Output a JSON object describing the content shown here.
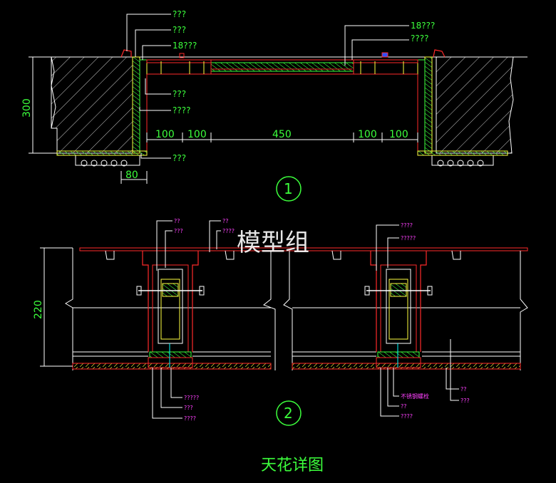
{
  "colors": {
    "background": "#000000",
    "green": "#3cff3c",
    "yellow": "#ffff40",
    "red": "#ff2a2a",
    "white": "#ffffff",
    "magenta": "#ff40ff",
    "cyan": "#00ffff",
    "darkred": "#b22222"
  },
  "watermark": "模型组",
  "title": "天花详图",
  "detail1": {
    "number": "1",
    "labels_left": [
      "???",
      "???",
      "18???",
      "???",
      "????",
      "???"
    ],
    "labels_right": [
      "18???",
      "????"
    ],
    "dims_bottom": [
      "100",
      "100",
      "450",
      "100",
      "100"
    ],
    "dim_height": "300",
    "dim_small": "80"
  },
  "detail2": {
    "number": "2",
    "labels_left_top": [
      "??",
      "???",
      "??",
      "????"
    ],
    "labels_right_top": [
      "????",
      "?????"
    ],
    "labels_left_bottom": [
      "?????",
      "???",
      "????"
    ],
    "labels_right_bottom": [
      "不锈钢螺栓",
      "??",
      "????"
    ],
    "labels_far_right": [
      "??",
      "???"
    ],
    "dim_height": "220"
  }
}
